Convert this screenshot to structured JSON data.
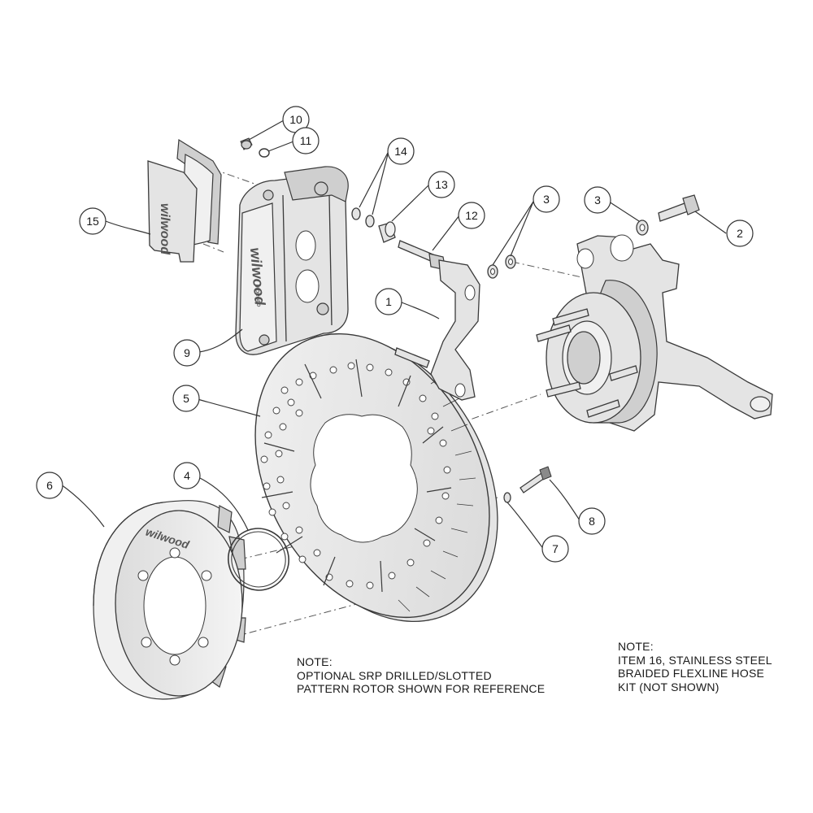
{
  "callouts": [
    {
      "id": "c1",
      "label": "1"
    },
    {
      "id": "c2",
      "label": "2"
    },
    {
      "id": "c3a",
      "label": "3"
    },
    {
      "id": "c3b",
      "label": "3"
    },
    {
      "id": "c4",
      "label": "4"
    },
    {
      "id": "c5",
      "label": "5"
    },
    {
      "id": "c6",
      "label": "6"
    },
    {
      "id": "c7",
      "label": "7"
    },
    {
      "id": "c8",
      "label": "8"
    },
    {
      "id": "c9",
      "label": "9"
    },
    {
      "id": "c10",
      "label": "10"
    },
    {
      "id": "c11",
      "label": "11"
    },
    {
      "id": "c12",
      "label": "12"
    },
    {
      "id": "c13",
      "label": "13"
    },
    {
      "id": "c14",
      "label": "14"
    },
    {
      "id": "c15",
      "label": "15"
    }
  ],
  "notes": {
    "left": {
      "line1": "NOTE:",
      "line2": "OPTIONAL SRP DRILLED/SLOTTED",
      "line3": "PATTERN ROTOR SHOWN FOR REFERENCE"
    },
    "right": {
      "line1": "NOTE:",
      "line2": "ITEM 16, STAINLESS STEEL",
      "line3": "BRAIDED FLEXLINE HOSE",
      "line4": "KIT (NOT SHOWN)"
    }
  },
  "logos": {
    "brand": "wilwood",
    "caliper_sub": "FORGED"
  }
}
